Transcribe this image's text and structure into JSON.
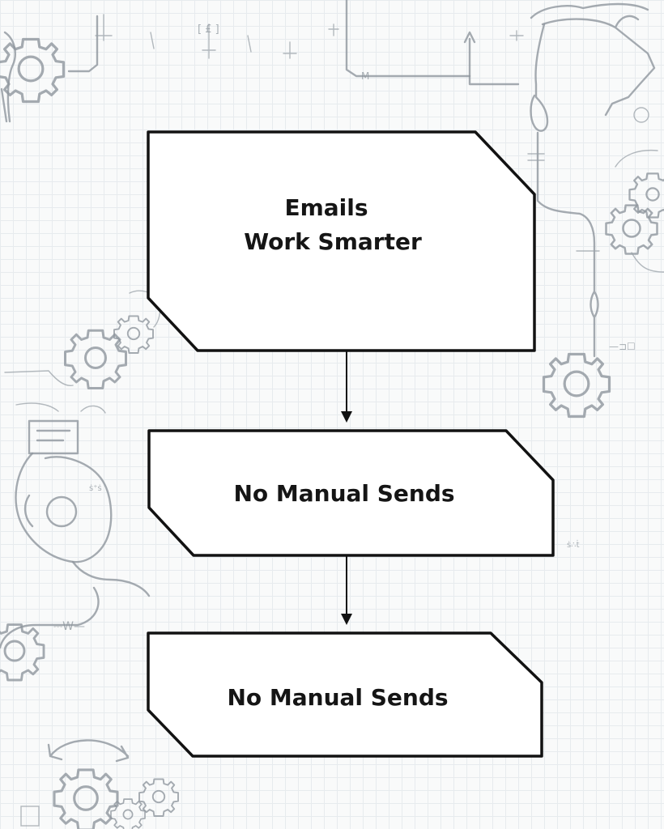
{
  "diagram": {
    "type": "flowchart",
    "nodes": [
      {
        "id": "n1",
        "lines": [
          "Emails",
          "Work Smarter"
        ]
      },
      {
        "id": "n2",
        "lines": [
          "No Manual Sends"
        ]
      },
      {
        "id": "n3",
        "lines": [
          "No Manual Sends"
        ]
      }
    ],
    "edges": [
      {
        "from": "n1",
        "to": "n2"
      },
      {
        "from": "n2",
        "to": "n3"
      }
    ]
  },
  "colors": {
    "node_fill": "#ffffff",
    "node_stroke": "#121212",
    "background": "#f9fafa",
    "sketch": "#8e969d"
  },
  "background_icons": [
    "gear-icon",
    "wrench-icon",
    "person-with-headset-icon",
    "robotic-arm-icon",
    "resistor-icon",
    "refresh-arrows-icon"
  ]
}
